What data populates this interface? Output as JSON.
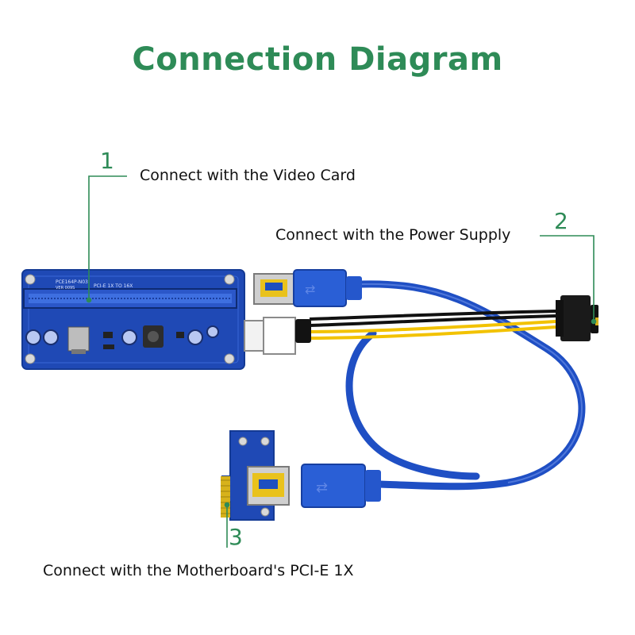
{
  "title": "Connection Diagram",
  "callouts": [
    {
      "number": "1",
      "label": "Connect with the Video Card"
    },
    {
      "number": "2",
      "label": "Connect with the Power Supply"
    },
    {
      "number": "3",
      "label": "Connect with the Motherboard's PCI-E 1X"
    }
  ],
  "board_text": {
    "model": "PCE164P-N03",
    "version": "VER 009S",
    "interface": "PCI-E 1X TO 16X"
  },
  "colors": {
    "accent_green": "#2e8b57",
    "pcb_blue": "#1f49b5",
    "cable_blue": "#2a5fd6",
    "wire_yellow": "#f2c200",
    "wire_black": "#111111"
  }
}
